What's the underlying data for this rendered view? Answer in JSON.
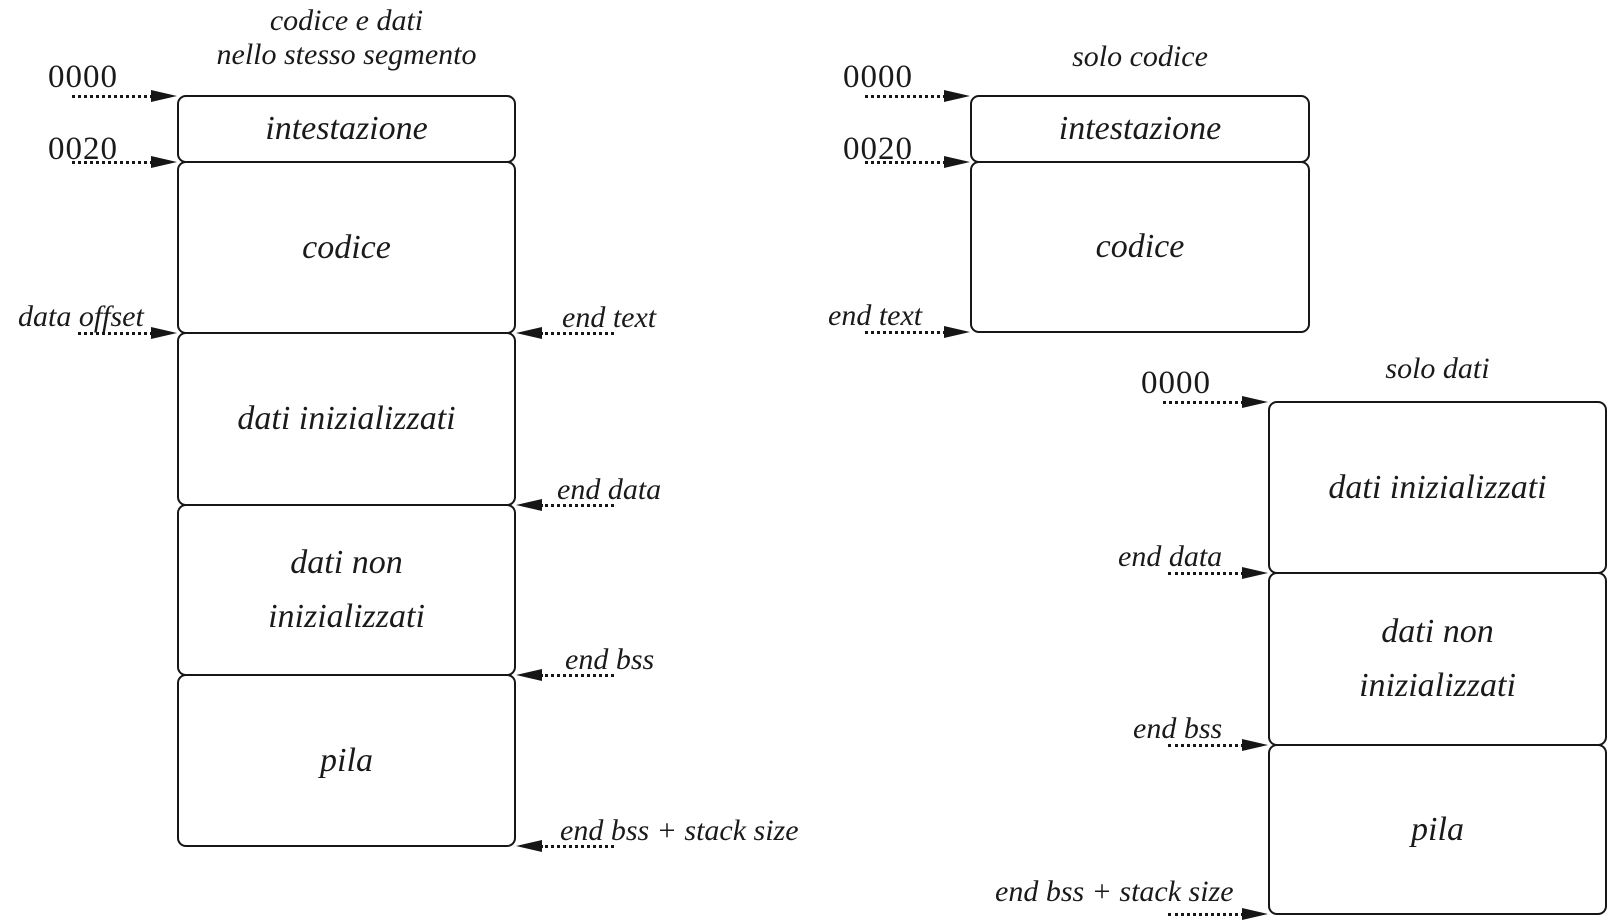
{
  "colors": {
    "ink": "#1a1a1a",
    "background": "#ffffff"
  },
  "diagrams": {
    "combined": {
      "title_line1": "codice e dati",
      "title_line2": "nello stesso segmento",
      "segments": {
        "header": "intestazione",
        "code": "codice",
        "data_init": "dati inizializzati",
        "data_uninit_line1": "dati non",
        "data_uninit_line2": "inizializzati",
        "stack": "pila"
      },
      "markers": {
        "addr_0000": "0000",
        "addr_0020": "0020",
        "data_offset": "data offset",
        "end_text": "end text",
        "end_data": "end data",
        "end_bss": "end bss",
        "end_bss_stack": "end bss + stack size"
      }
    },
    "code_only": {
      "title": "solo codice",
      "segments": {
        "header": "intestazione",
        "code": "codice"
      },
      "markers": {
        "addr_0000": "0000",
        "addr_0020": "0020",
        "end_text": "end text"
      }
    },
    "data_only": {
      "title": "solo dati",
      "segments": {
        "data_init": "dati inizializzati",
        "data_uninit_line1": "dati non",
        "data_uninit_line2": "inizializzati",
        "stack": "pila"
      },
      "markers": {
        "addr_0000": "0000",
        "end_data": "end data",
        "end_bss": "end bss",
        "end_bss_stack": "end bss + stack size"
      }
    }
  }
}
